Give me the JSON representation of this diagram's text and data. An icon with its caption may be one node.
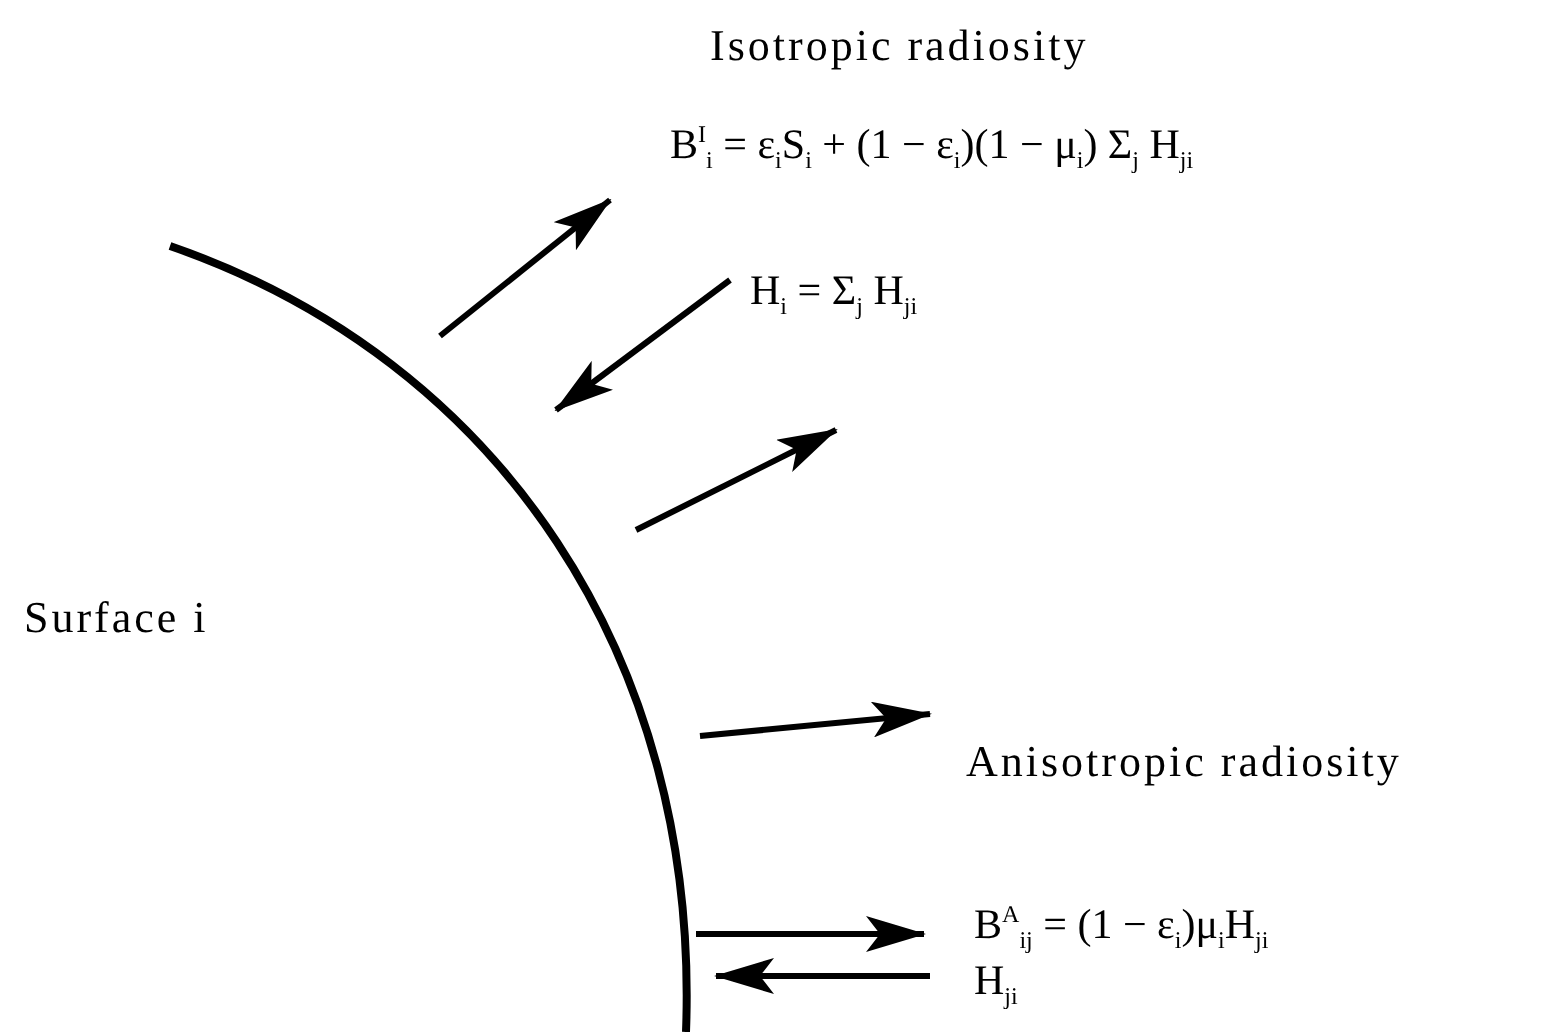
{
  "diagram": {
    "labels": [
      "Isotropic radiosity",
      "B$^{I}$$_{i}$ = ε$_{i}$S$_{i}$ + (1 − ε$_{i}$)(1 − μ$_{i}$) Σ$_{j}$ H$_{ji}$",
      "H$_{i}$ = Σ$_{j}$ H$_{ji}$",
      "Surface i",
      "Anisotropic radiosity",
      "B$^{A}$$_{ij}$ = (1 − ε$_{i}$)μ$_{i}$H$_{ji}$",
      "H$_{ji}$"
    ]
  }
}
